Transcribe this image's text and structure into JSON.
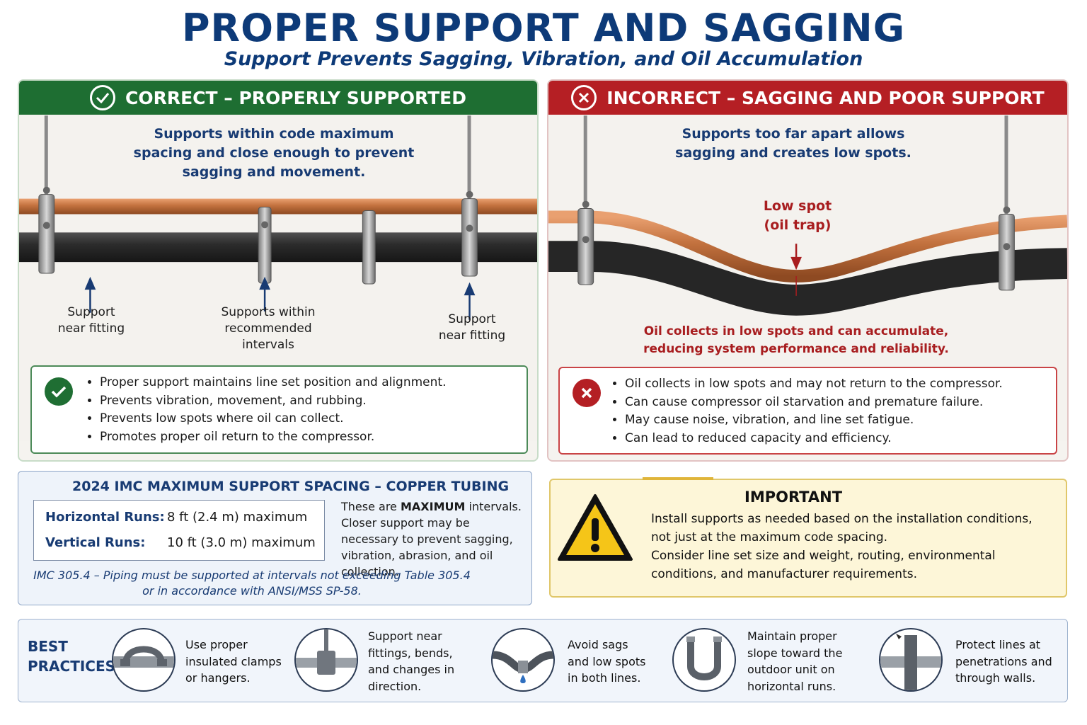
{
  "header": {
    "title": "PROPER SUPPORT AND SAGGING",
    "subtitle": "Support Prevents Sagging, Vibration, and Oil Accumulation"
  },
  "correct": {
    "heading": "CORRECT – PROPERLY SUPPORTED",
    "caption": [
      "Supports within code maximum",
      "spacing and close enough to prevent",
      "sagging and movement."
    ],
    "callouts": [
      [
        "Support",
        "near fitting"
      ],
      [
        "Supports within",
        "recommended",
        "intervals"
      ],
      [
        "Support",
        "near fitting"
      ]
    ],
    "bullets": [
      "Proper support maintains line set position and alignment.",
      "Prevents vibration, movement, and rubbing.",
      "Prevents low spots where oil can collect.",
      "Promotes proper oil return to the compressor."
    ]
  },
  "incorrect": {
    "heading": "INCORRECT – SAGGING AND POOR SUPPORT",
    "caption": [
      "Supports too far apart allows",
      "sagging and creates low spots."
    ],
    "low_spot": [
      "Low spot",
      "(oil trap)"
    ],
    "oil_note": [
      "Oil collects in low spots and can accumulate,",
      "reducing system performance and reliability."
    ],
    "bullets": [
      "Oil collects in low spots and may not return to the compressor.",
      "Can cause compressor oil starvation and premature failure.",
      "May cause noise, vibration, and line set fatigue.",
      "Can lead to reduced capacity and efficiency."
    ]
  },
  "imc": {
    "title": "2024 IMC MAXIMUM SUPPORT SPACING – COPPER TUBING",
    "rows": [
      {
        "label": "Horizontal Runs:",
        "value": "8 ft (2.4 m) maximum"
      },
      {
        "label": "Vertical Runs:",
        "value": "10 ft (3.0 m) maximum"
      }
    ],
    "note_pre": "These are ",
    "note_bold": "MAXIMUM",
    "note_post": " intervals. Closer support may be necessary to prevent sagging, vibration, abrasion, and oil collection.",
    "reference": [
      "IMC 305.4 – Piping must be supported at intervals not exceeding Table 305.4",
      "or in accordance with ANSI/MSS SP-58."
    ]
  },
  "important": {
    "title": "IMPORTANT",
    "lines": [
      "Install supports as needed based on the installation conditions,",
      "not just at the maximum code spacing.",
      "Consider line set size and weight, routing, environmental",
      "conditions, and manufacturer requirements."
    ]
  },
  "best_practices": {
    "label": [
      "BEST",
      "PRACTICES"
    ],
    "items": [
      {
        "icon": "clamp-icon",
        "lines": [
          "Use proper",
          "insulated clamps",
          "or hangers."
        ]
      },
      {
        "icon": "fitting-support-icon",
        "lines": [
          "Support near",
          "fittings, bends,",
          "and changes in",
          "direction."
        ]
      },
      {
        "icon": "sag-drip-icon",
        "lines": [
          "Avoid sags",
          "and low spots",
          "in both lines."
        ]
      },
      {
        "icon": "u-bend-icon",
        "lines": [
          "Maintain proper",
          "slope toward the",
          "outdoor unit on",
          "horizontal runs."
        ]
      },
      {
        "icon": "wall-penetration-icon",
        "lines": [
          "Protect lines at",
          "penetrations and",
          "through walls."
        ]
      }
    ]
  },
  "colors": {
    "correct": "#1e6e32",
    "incorrect": "#b51f24",
    "navy": "#0d3a78",
    "copper": "#c2713e",
    "insulation": "#2c2c2c"
  }
}
